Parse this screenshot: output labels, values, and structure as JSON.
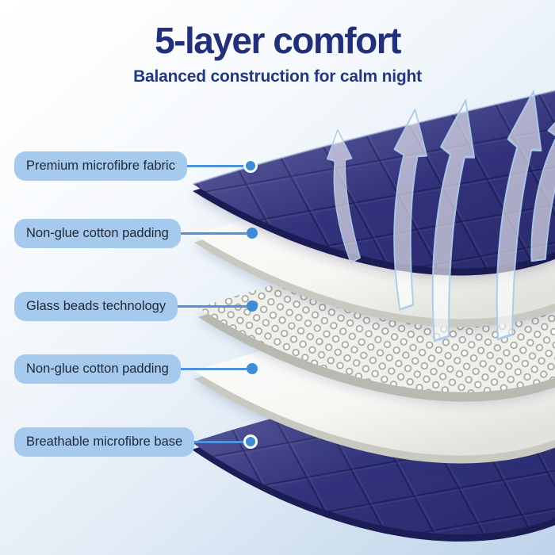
{
  "header": {
    "title": "5-layer comfort",
    "subtitle": "Balanced construction for calm night"
  },
  "layers": [
    {
      "label": "Premium microfibre fabric",
      "dot_style": "ring",
      "material": "navy quilted fabric"
    },
    {
      "label": "Non-glue cotton padding",
      "dot_style": "solid",
      "material": "white padding sheet"
    },
    {
      "label": "Glass beads technology",
      "dot_style": "solid",
      "material": "glass bead mesh"
    },
    {
      "label": "Non-glue cotton padding",
      "dot_style": "solid",
      "material": "white padding sheet"
    },
    {
      "label": "Breathable microfibre base",
      "dot_style": "ring",
      "material": "navy quilted fabric"
    }
  ],
  "illustration": {
    "airflow_arrow_count": 5
  },
  "colors": {
    "title_navy": "#22307a",
    "pill_background": "#a6c9ee",
    "pill_text": "#1f2837",
    "connector_blue": "#4f92da",
    "dot_blue": "#3e8bd8",
    "fabric_navy": "#32327c",
    "background_bottom": "#bed4ea"
  }
}
